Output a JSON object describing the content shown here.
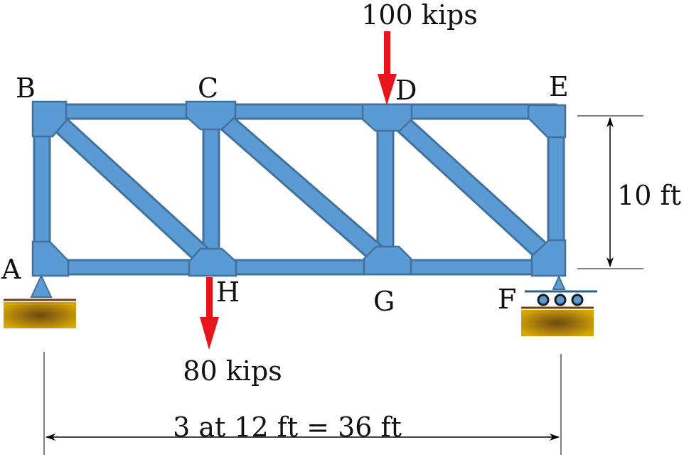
{
  "nodes": {
    "A": "A",
    "B": "B",
    "C": "C",
    "D": "D",
    "E": "E",
    "F": "F",
    "G": "G",
    "H": "H"
  },
  "loads": {
    "top_load": "100 kips",
    "bottom_load": "80 kips"
  },
  "dimensions": {
    "height": "10 ft",
    "span": "3 at 12 ft = 36 ft"
  },
  "colors": {
    "member": "#5b9bd5",
    "member_outline": "#41719c",
    "load_arrow": "#e8141b",
    "ground": "#c99a06"
  }
}
